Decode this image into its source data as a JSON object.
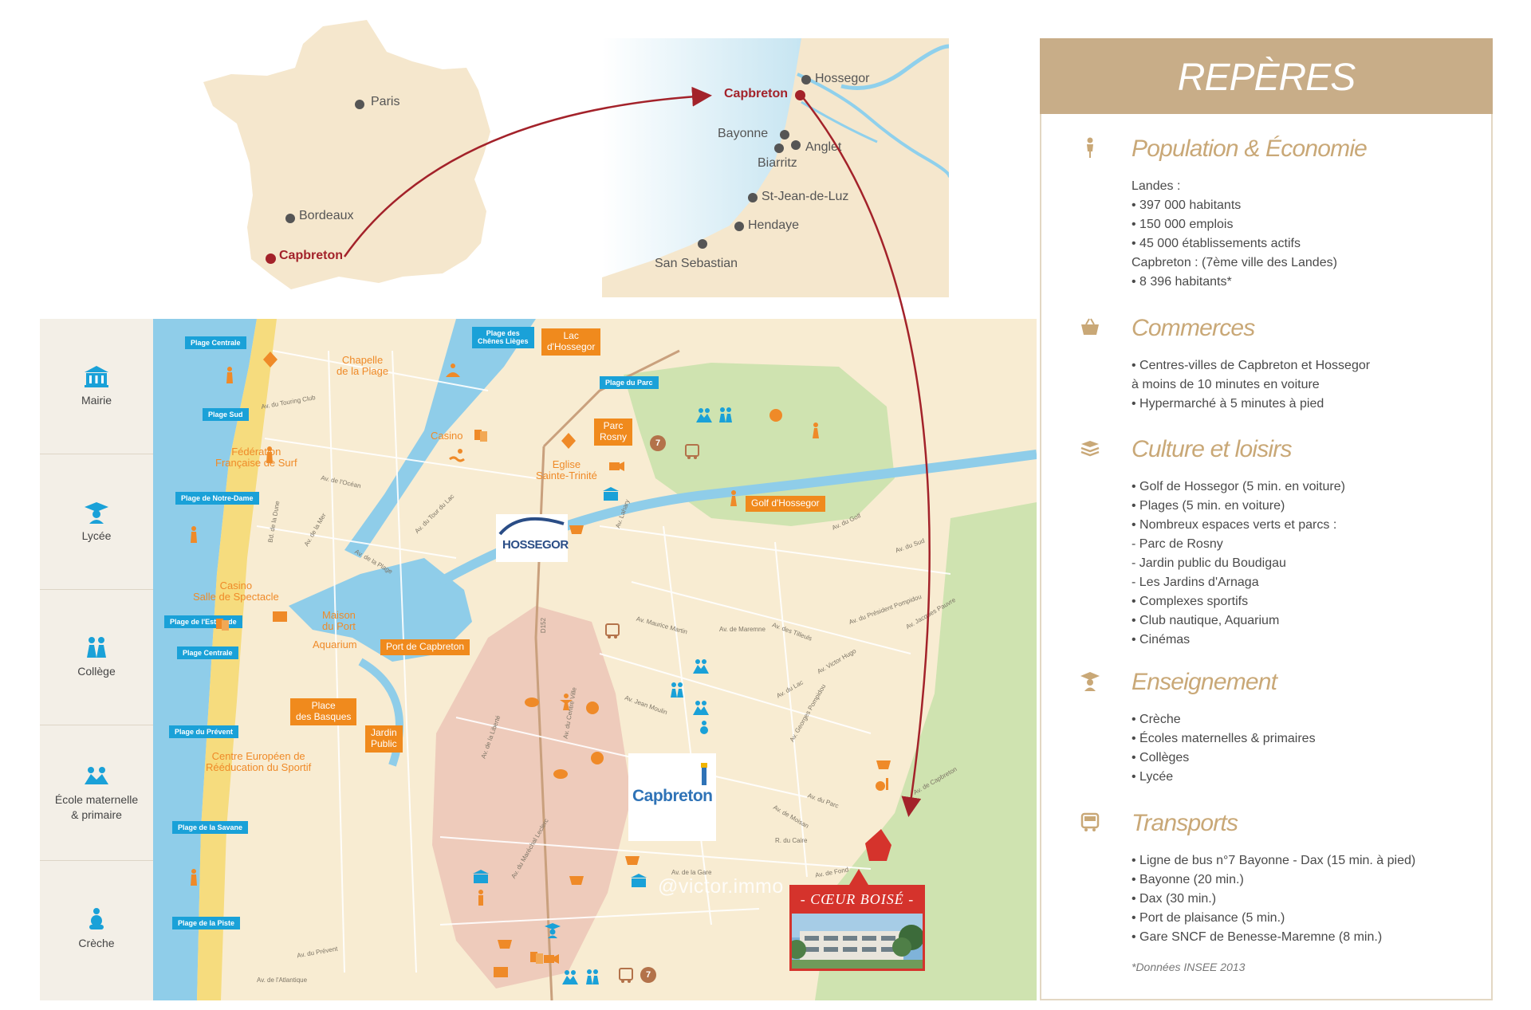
{
  "inset_france": {
    "cities": {
      "paris": "Paris",
      "bordeaux": "Bordeaux",
      "capbreton": "Capbreton"
    }
  },
  "inset_coast": {
    "cities": {
      "capbreton": "Capbreton",
      "hossegor": "Hossegor",
      "bayonne": "Bayonne",
      "anglet": "Anglet",
      "biarritz": "Biarritz",
      "st_jean": "St-Jean-de-Luz",
      "hendaye": "Hendaye",
      "san_sebastian": "San Sebastian"
    }
  },
  "legend": {
    "mairie": "Mairie",
    "lycee": "Lycée",
    "college": "Collège",
    "ecole": "École maternelle\n& primaire",
    "creche": "Crèche"
  },
  "map": {
    "beach_signs": {
      "centrale_top": "Plage Centrale",
      "sud": "Plage Sud",
      "notre_dame": "Plage de Notre-Dame",
      "estacade": "Plage de l'Estacade",
      "centrale": "Plage Centrale",
      "prevent": "Plage du Prévent",
      "savane": "Plage de la Savane",
      "piste": "Plage de la Piste",
      "chenes": "Plage des\nChênes Lièges",
      "parc": "Plage du Parc"
    },
    "orange_signs": {
      "lac": "Lac\nd'Hossegor",
      "parc_rosny": "Parc\nRosny",
      "port": "Port de Capbreton",
      "place_basques": "Place\ndes Basques",
      "jardin": "Jardin\nPublic",
      "golf": "Golf d'Hossegor"
    },
    "labels": {
      "chapelle": "Chapelle\nde la Plage",
      "federation": "Fédération\nFrançaise de Surf",
      "casino": "Casino",
      "eglise": "Eglise\nSainte-Trinité",
      "casino_salle": "Casino\nSalle de Spectacle",
      "maison_port": "Maison\ndu Port",
      "aquarium": "Aquarium",
      "centre_europeen": "Centre Européen de\nRééducation du Sportif"
    },
    "logos": {
      "hossegor": "HOSSEGOR",
      "capbreton": "Capbreton"
    },
    "route_number": "7",
    "streets": {
      "s1": "Av. du Touring Club",
      "s2": "Av. de l'Océan",
      "s3": "Bd. de la Dune",
      "s4": "Av. du Golf",
      "s5": "Av. Maurice Martin",
      "s6": "Av. de la Plage",
      "s7": "Av. du Tour du Lac",
      "s8": "Av. de la Mer",
      "s9": "Av. des Tilleuls",
      "s10": "Av. Jean Moulin",
      "s11": "Av. de la Liberté",
      "s12": "Av. du Président Pompidou",
      "s13": "Av. du Maréchal Leclerc",
      "s14": "Av. de l'Atlantique",
      "s15": "Av. du Prévent",
      "s16": "Av. du Sud",
      "s17": "Av. Jacques Pauvre",
      "s18": "Av. Victor Hugo",
      "s19": "Av. de Maremne",
      "s20": "R. du Caire",
      "s21": "Av. Georges Pompidou",
      "s22": "Av. de Capbreton",
      "s23": "Av. de la Gare",
      "s24": "Av. du Centre Ville",
      "s25": "Av. de Moisan",
      "s26": "D152",
      "s27": "Av. de Fond",
      "s28": "Av. du Lac",
      "s29": "Av. Lahary",
      "s30": "Av. du Parc"
    }
  },
  "marker": {
    "title": "- CŒUR BOISÉ -"
  },
  "watermark": "@victor.immo",
  "reperes": {
    "title": "REPÈRES",
    "sections": [
      {
        "title": "Population & Économie",
        "icon": "person-icon",
        "lines": [
          "Landes :",
          "• 397 000 habitants",
          "• 150 000 emplois",
          "• 45 000 établissements actifs",
          "Capbreton : (7ème ville des Landes)",
          "• 8 396 habitants*"
        ]
      },
      {
        "title": "Commerces",
        "icon": "basket-icon",
        "lines": [
          "• Centres-villes de Capbreton et Hossegor",
          "à moins de 10 minutes en voiture",
          "• Hypermarché à 5 minutes à pied"
        ]
      },
      {
        "title": "Culture et loisirs",
        "icon": "books-icon",
        "lines": [
          "• Golf de Hossegor (5 min. en voiture)",
          "• Plages (5 min. en voiture)",
          "• Nombreux espaces verts et parcs :",
          "- Parc de Rosny",
          "- Jardin public du Boudigau",
          "- Les Jardins d'Arnaga",
          "• Complexes sportifs",
          "• Club nautique, Aquarium",
          "• Cinémas"
        ]
      },
      {
        "title": "Enseignement",
        "icon": "graduate-icon",
        "lines": [
          "• Crèche",
          "• Écoles maternelles & primaires",
          "• Collèges",
          "• Lycée"
        ]
      },
      {
        "title": "Transports",
        "icon": "bus-icon",
        "lines": [
          "• Ligne de bus n°7 Bayonne - Dax (15 min. à pied)",
          "• Bayonne (20 min.)",
          "• Dax (30 min.)",
          "• Port de plaisance (5 min.)",
          "• Gare SNCF de Benesse-Maremne (8 min.)"
        ]
      }
    ],
    "footnote": "*Données INSEE 2013"
  },
  "colors": {
    "accent_red": "#a3222a",
    "panel_tan": "#c8ad88",
    "title_gold": "#c9a877",
    "beach_blue": "#1aa1d8",
    "sign_orange": "#f08a1d"
  }
}
